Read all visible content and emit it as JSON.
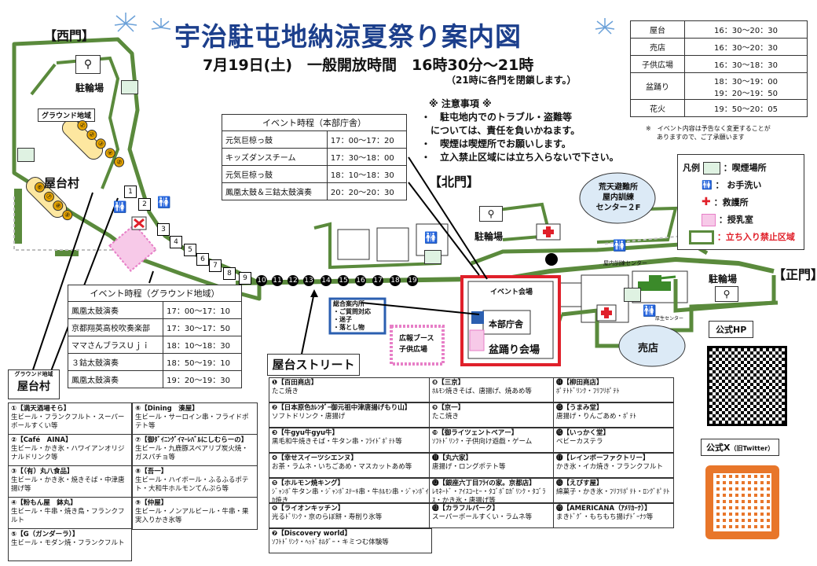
{
  "header": {
    "title": "宇治駐屯地納涼夏祭り案内図",
    "date_line": "7月19日(土)　一般開放時間　16時30分～21時",
    "close_note": "（21時に各門を閉鎖します。）"
  },
  "schedule": [
    {
      "label": "屋台",
      "time": "16：30～20：30"
    },
    {
      "label": "売店",
      "time": "16：30～20：30"
    },
    {
      "label": "子供広場",
      "time": "16：30～18：30"
    },
    {
      "label": "盆踊り",
      "time": "18：30～19：00",
      "time2": "19：20～19：50"
    },
    {
      "label": "花火",
      "time": "19：50～20：05"
    }
  ],
  "schedule_note1": "※　イベント内容は予告なく変更することが",
  "schedule_note2": "ありますので、ご了承願います",
  "notes": {
    "title": "※ 注意事項 ※",
    "n1": "・　駐屯地内でのトラブル・盗難等",
    "n2": "　については、責任を負いかねます。",
    "n3": "・　喫煙は喫煙所でお願いします。",
    "n4": "・　立入禁止区域には立ち入らないで下さい。"
  },
  "gates": {
    "west": "【西門】",
    "north": "【北門】",
    "main": "【正門】"
  },
  "labels": {
    "bicycle_parking": "駐輪場",
    "ground_area": "グラウンド地域",
    "yatai_village": "屋台村",
    "yatai_street": "屋台ストリート",
    "info_title": "総合案内所",
    "info1": "・ご質問対応",
    "info2": "・迷子",
    "info3": "・落とし物",
    "pr_booth": "広報ブース",
    "kids_plaza": "子供広場",
    "event_venue": "イベント会場",
    "hq": "本部庁舎",
    "bon_venue": "盆踊り会場",
    "shop": "売店",
    "shelter1": "荒天避難所",
    "shelter2": "屋内訓練",
    "shelter3": "センター２F",
    "training_center": "屋内訓練センター",
    "welfare_center": "厚生センター",
    "event_stage": "イベント会場",
    "hp": "公式HP",
    "x": "公式X",
    "x_note": "（旧Twitter）"
  },
  "ground_village_numbers": [
    "①",
    "②",
    "③",
    "④",
    "⑤"
  ],
  "ground_village_numbers2": [
    "⑥",
    "⑦",
    "⑧",
    "⑨"
  ],
  "hq_events": {
    "title": "イベント時程（本部庁舎）",
    "rows": [
      {
        "name": "元気巨椋っ鼓",
        "time": "17：00～17：20"
      },
      {
        "name": "キッズダンスチーム",
        "time": "17：30～18：00"
      },
      {
        "name": "元気巨椋っ鼓",
        "time": "18：10～18：30"
      },
      {
        "name": "鳳凰太鼓＆三鈷太鼓演奏",
        "time": "20：20～20：30"
      }
    ]
  },
  "ground_events": {
    "title": "イベント時程（グラウンド地域）",
    "rows": [
      {
        "name": "鳳凰太鼓演奏",
        "time": "17：00～17：10"
      },
      {
        "name": "京都翔英高校吹奏楽部",
        "time": "17：30～17：50"
      },
      {
        "name": "ママさんブラスＵｊｉ",
        "time": "18：10～18：30"
      },
      {
        "name": "３鈷太鼓演奏",
        "time": "18：50～19：10"
      },
      {
        "name": "鳳凰太鼓演奏",
        "time": "19：20～19：30"
      }
    ]
  },
  "legend": {
    "title": "凡例",
    "smoking": "：喫煙場所",
    "restroom": "： お手洗い",
    "first_aid": "：救護所",
    "nursing": "：授乳室",
    "restricted": "：立ち入り禁止区域"
  },
  "street_numbers": [
    "1",
    "2",
    "3",
    "4",
    "5",
    "6",
    "7",
    "8",
    "9",
    "10",
    "11",
    "12",
    "13",
    "14",
    "15",
    "16",
    "17",
    "18",
    "19"
  ],
  "ground_shops": [
    {
      "name": "①【満天酒場そら】",
      "desc": "生ビール・フランクフルト・スーパーボールすくい等"
    },
    {
      "name": "⑥【Dining　湊屋】",
      "desc": "生ビール・サーロイン串・フライドポテト等"
    },
    {
      "name": "②【Café　AINA】",
      "desc": "生ビール・かき氷・ハワイアンオリジナルドリンク等"
    },
    {
      "name": "⑦【御ﾀﾞｲﾆﾝｸﾞｲﾏｰﾚﾊﾞﾙにしむらーの】",
      "desc": "生ビール・九鹿豚スペアリブ炭火焼・ガスパチョ等"
    },
    {
      "name": "③【（有）丸八食品】",
      "desc": "生ビール・かき氷・焼きそば・中津唐揚げ等"
    },
    {
      "name": "⑧【吾一】",
      "desc": "生ビール・ハイボール・ふるふるポテト・大和牛ホルモンてんぷら等"
    },
    {
      "name": "④【粉もん屋　鉢丸】",
      "desc": "生ビール・牛串・焼き鳥・フランクフルト"
    },
    {
      "name": "⑨【仲屋】",
      "desc": "生ビール・ノンアルビール・牛串・果実入りかき氷等"
    },
    {
      "name": "⑤【G（ガンダーラ）】",
      "desc": "生ビール・モダン焼・フランクフルト"
    }
  ],
  "street_shops": [
    {
      "name": "❶【百田商店】",
      "desc": "たこ焼き"
    },
    {
      "name": "❽【三京】",
      "desc": "ﾎﾙﾓﾝ焼きそば、唐揚げ、焼あめ等"
    },
    {
      "name": "⓮【柳田商店】",
      "desc": "ﾎﾟﾃﾄﾄﾞﾘﾝｸ・ﾌﾘﾌﾘﾎﾟﾃﾄ"
    },
    {
      "name": "❷【日本原色ｶﾚﾝﾀﾞｰ御元祖中津唐揚げもり山】",
      "desc": "ソフトドリンク・唐揚げ"
    },
    {
      "name": "❾【京一】",
      "desc": "たこ焼き"
    },
    {
      "name": "⓯【うまみ堂】",
      "desc": "唐揚げ・りんごあめ・ﾎﾟﾃﾄ"
    },
    {
      "name": "❸【牛gyu牛gyu牛】",
      "desc": "黒毛和牛焼きそば・牛タン串・ﾌﾗｲﾄﾞﾎﾟﾃﾄ等"
    },
    {
      "name": "❿【御ライツェントベアー】",
      "desc": "ｿﾌﾄﾄﾞﾘﾝｸ・子供向け遊戯・ゲーム"
    },
    {
      "name": "⓰【いっかく堂】",
      "desc": "ベビーカステラ"
    },
    {
      "name": "❹【幸せスイーツシエンヌ】",
      "desc": "お茶・ラムネ・いちごあめ・マスカットあめ等"
    },
    {
      "name": "⓫【丸六家】",
      "desc": "唐揚げ・ロングポテト等"
    },
    {
      "name": "⓱【レインボーファクトリー】",
      "desc": "かき氷・イカ焼き・フランクフルト"
    },
    {
      "name": "❺【ホルモン焼キング】",
      "desc": "ｼﾞｬﾝﾎﾞ牛タン串・ｼﾞｬﾝﾎﾞｽﾃｰｷ串・牛ﾎﾙﾓﾝ串・ｼﾞｬﾝﾎﾞｲｶ焼き"
    },
    {
      "name": "⓬【銀座六丁目ﾌﾗｲの家。京都店】",
      "desc": "ﾚﾓﾈｰﾄﾞ・ｱｲｽｺｰﾋｰ・ﾀｺﾞﾎﾞﾛｶﾞﾘﾝｸ・ﾀｺﾞﾗｽ・かき氷・唐揚げ等"
    },
    {
      "name": "⓲【えびす屋】",
      "desc": "綿菓子・かき氷・ﾌﾘﾌﾘﾎﾟﾃﾄ・ﾛﾝｸﾞﾎﾟﾃﾄ"
    },
    {
      "name": "❻【ライオンキッチン】",
      "desc": "光るﾄﾞﾘﾝｸ・京のらぼ餅・寿削り氷等"
    },
    {
      "name": "⓭【カラフルパーク】",
      "desc": "スーパーボールすくい・ラムネ等"
    },
    {
      "name": "⓳【AMERICANA（ｱﾒﾘｶｰﾅ）】",
      "desc": "まきﾄﾞｸﾞ・もちもち揚げﾄﾞｰﾅﾂ等"
    },
    {
      "name": "❼【Discovery world】",
      "desc": "ｿﾌﾄﾄﾞﾘﾝｸ・ﾍｯﾄﾞﾎﾙﾀﾞｰ・キミつむ体験等"
    }
  ],
  "colors": {
    "title_blue": "#1c3f8c",
    "area_green": "#5a8a3c",
    "restricted_border": "#5a8a3c",
    "bon_red": "#e0202a",
    "info_blue": "#2b5fb0",
    "kids_pink": "#e77fc7",
    "shop_orange": "#e58a14"
  }
}
